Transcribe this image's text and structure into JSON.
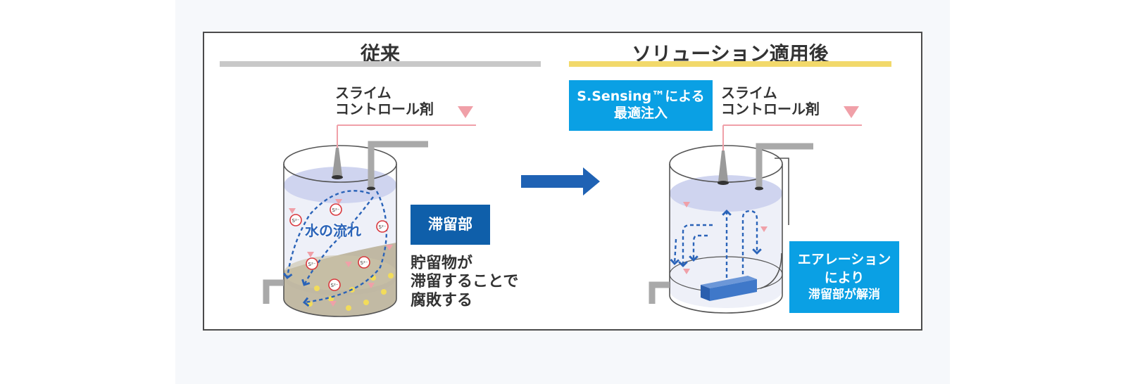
{
  "left": {
    "title": "従来",
    "chemical_line1": "スライム",
    "chemical_line2": "コントロール剤",
    "water_flow": "水の流れ",
    "stagnant_badge": "滞留部",
    "description_line1": "貯留物が",
    "description_line2": "滞留することで",
    "description_line3": "腐敗する"
  },
  "right": {
    "title": "ソリューション適用後",
    "sensing_line1": "S.Sensing™による",
    "sensing_line2": "最適注入",
    "chemical_line1": "スライム",
    "chemical_line2": "コントロール剤",
    "aeration_line1": "エアレーション",
    "aeration_line2": "により",
    "aeration_line3": "滞留部が解消"
  },
  "colors": {
    "left_bar": "#c8c8c8",
    "right_bar": "#f2d96b",
    "blue_box": "#0f5faa",
    "cyan_box": "#0aa0e4",
    "arrow": "#1f62b4",
    "dose_triangle": "#f0a0a8",
    "water_surface": "#cfd4ef",
    "sludge": "#b7ae94",
    "flow_line": "#2a63b8"
  },
  "icons": {
    "center_arrow": "right-arrow-icon",
    "dose_marker": "triangle-down-icon",
    "sulfide_marker": "sulfide-ion-icon"
  }
}
